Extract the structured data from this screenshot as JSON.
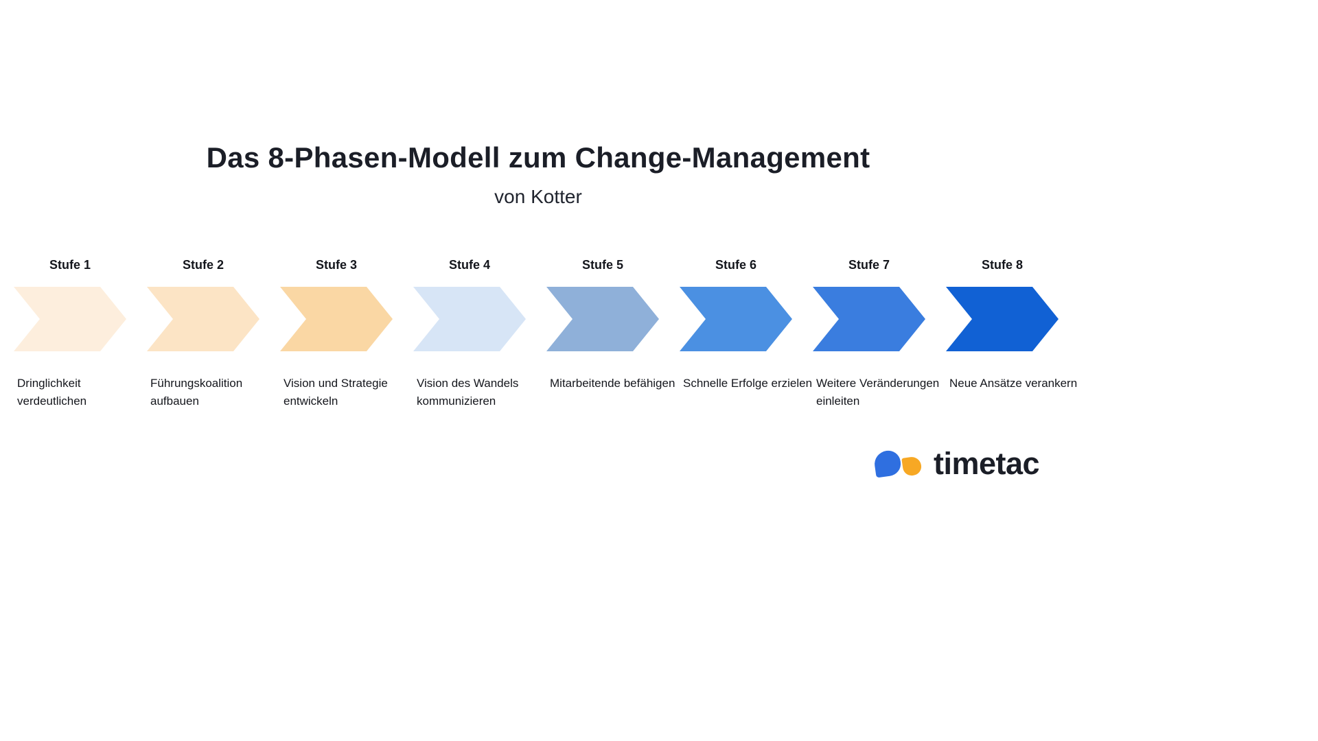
{
  "title": "Das 8-Phasen-Modell zum Change-Management",
  "subtitle": "von Kotter",
  "stages": [
    {
      "label": "Stufe 1",
      "description": "Dringlichkeit verdeutlichen",
      "color": "#fdeedd"
    },
    {
      "label": "Stufe 2",
      "description": "Führungskoalition aufbauen",
      "color": "#fce4c5"
    },
    {
      "label": "Stufe 3",
      "description": "Vision und Strategie entwickeln",
      "color": "#fad7a4"
    },
    {
      "label": "Stufe 4",
      "description": "Vision des Wandels kommunizieren",
      "color": "#d7e5f6"
    },
    {
      "label": "Stufe 5",
      "description": "Mitarbeitende befähigen",
      "color": "#8fb0d9"
    },
    {
      "label": "Stufe 6",
      "description": "Schnelle Erfolge erzielen",
      "color": "#4b90e2"
    },
    {
      "label": "Stufe 7",
      "description": "Weitere Veränderungen einleiten",
      "color": "#3a7ddf"
    },
    {
      "label": "Stufe 8",
      "description": "Neue Ansätze verankern",
      "color": "#1161d4"
    }
  ],
  "logo": {
    "text": "timetac",
    "blue": "#2f6fe0",
    "orange": "#f7a824"
  }
}
